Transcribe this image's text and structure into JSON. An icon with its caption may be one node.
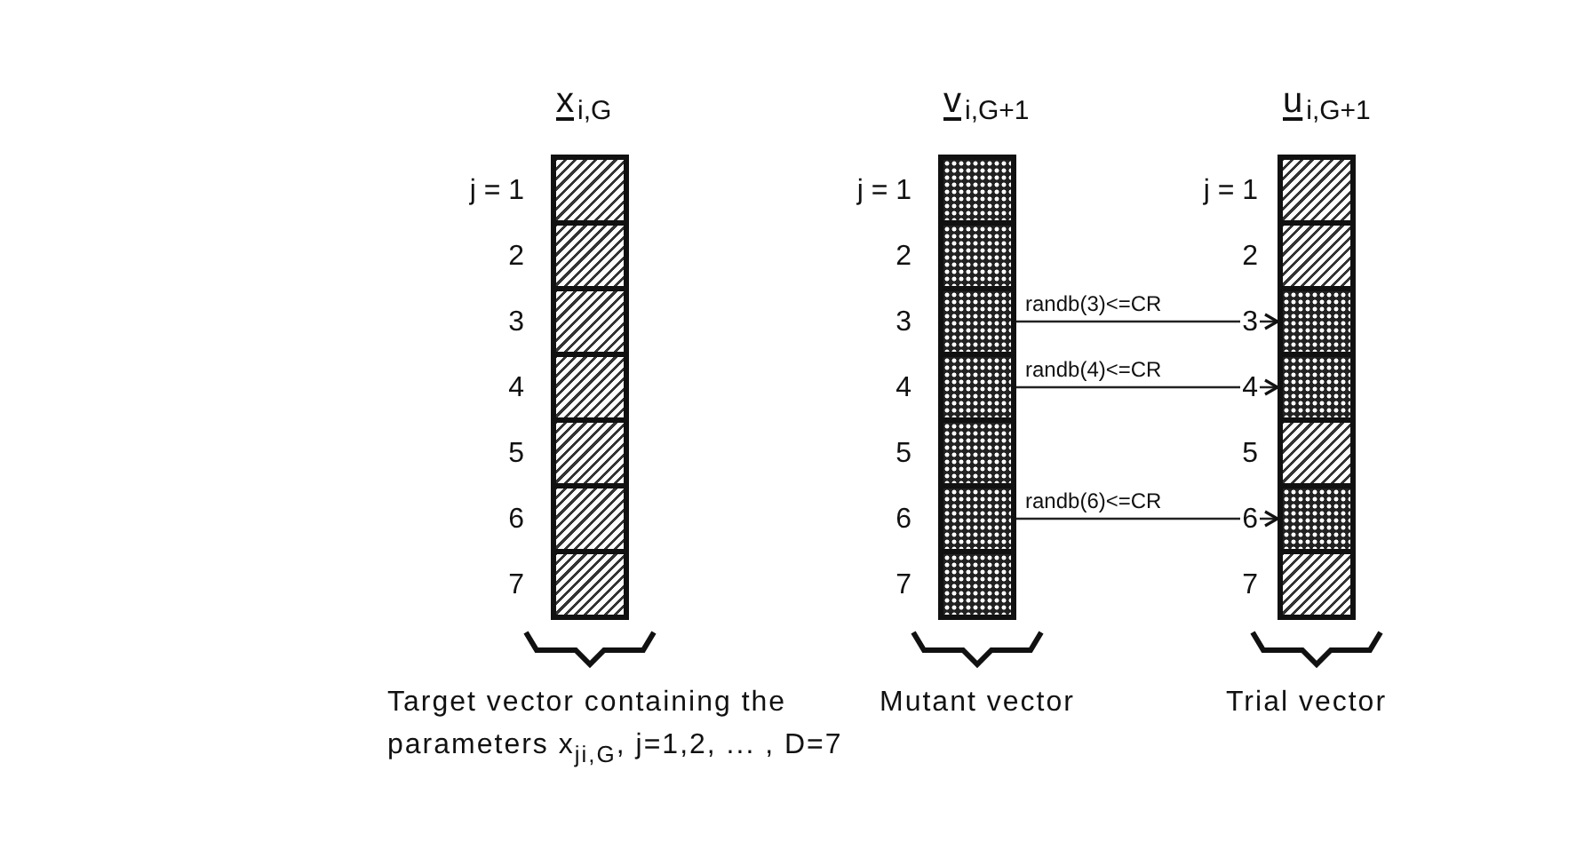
{
  "diagram": {
    "nodes": [
      {
        "text": [
          "x$_{i,G}$"
        ],
        "beside": [
          "Target vector containing the parameters x$_{ji,G}$, j=1,2, ... , D=7"
        ]
      },
      {
        "text": [],
        "shape": "box",
        "in": 0
      },
      {
        "text": [],
        "shape": "box",
        "in": 0
      },
      {
        "text": [],
        "shape": "box",
        "in": 0
      },
      {
        "text": [],
        "shape": "box",
        "in": 0
      },
      {
        "text": [],
        "shape": "box",
        "in": 0
      },
      {
        "text": [],
        "shape": "box",
        "in": 0
      },
      {
        "text": [],
        "shape": "box",
        "in": 0
      },
      {
        "text": [
          "v$_{i,G+1}$"
        ],
        "beside": [
          "Mutant vector"
        ]
      },
      {
        "text": [],
        "shape": "box",
        "in": 8
      },
      {
        "text": [],
        "shape": "box",
        "in": 8
      },
      {
        "text": [],
        "shape": "box",
        "in": 8
      },
      {
        "text": [],
        "shape": "box",
        "in": 8
      },
      {
        "text": [],
        "shape": "box",
        "in": 8
      },
      {
        "text": [],
        "shape": "box",
        "in": 8
      },
      {
        "text": [],
        "shape": "box",
        "in": 8
      },
      {
        "text": [
          "u$_{i,G+1}$"
        ],
        "beside": [
          "Trial vector"
        ]
      },
      {
        "text": [],
        "shape": "box",
        "in": 16
      },
      {
        "text": [],
        "shape": "box",
        "in": 16
      },
      {
        "text": [],
        "shape": "box",
        "in": 16
      },
      {
        "text": [],
        "shape": "box",
        "in": 16
      },
      {
        "text": [],
        "shape": "box",
        "in": 16
      },
      {
        "text": [],
        "shape": "box",
        "in": 16
      },
      {
        "text": [],
        "shape": "box",
        "in": 16
      }
    ],
    "edges": [
      {
        "from": 11,
        "to": 19,
        "arrow": "to",
        "label": "randb(3)<=CR"
      },
      {
        "from": 12,
        "to": 20,
        "arrow": "to",
        "label": "randb(4)<=CR"
      },
      {
        "from": 14,
        "to": 22,
        "arrow": "to",
        "label": "randb(6)<=CR"
      }
    ],
    "labels": [
      "j = 1",
      "2",
      "3",
      "4",
      "5",
      "6",
      "7",
      "j = 1",
      "2",
      "3",
      "4",
      "5",
      "6",
      "7",
      "j = 1",
      "2",
      "3",
      "4",
      "5",
      "6",
      "7"
    ]
  }
}
